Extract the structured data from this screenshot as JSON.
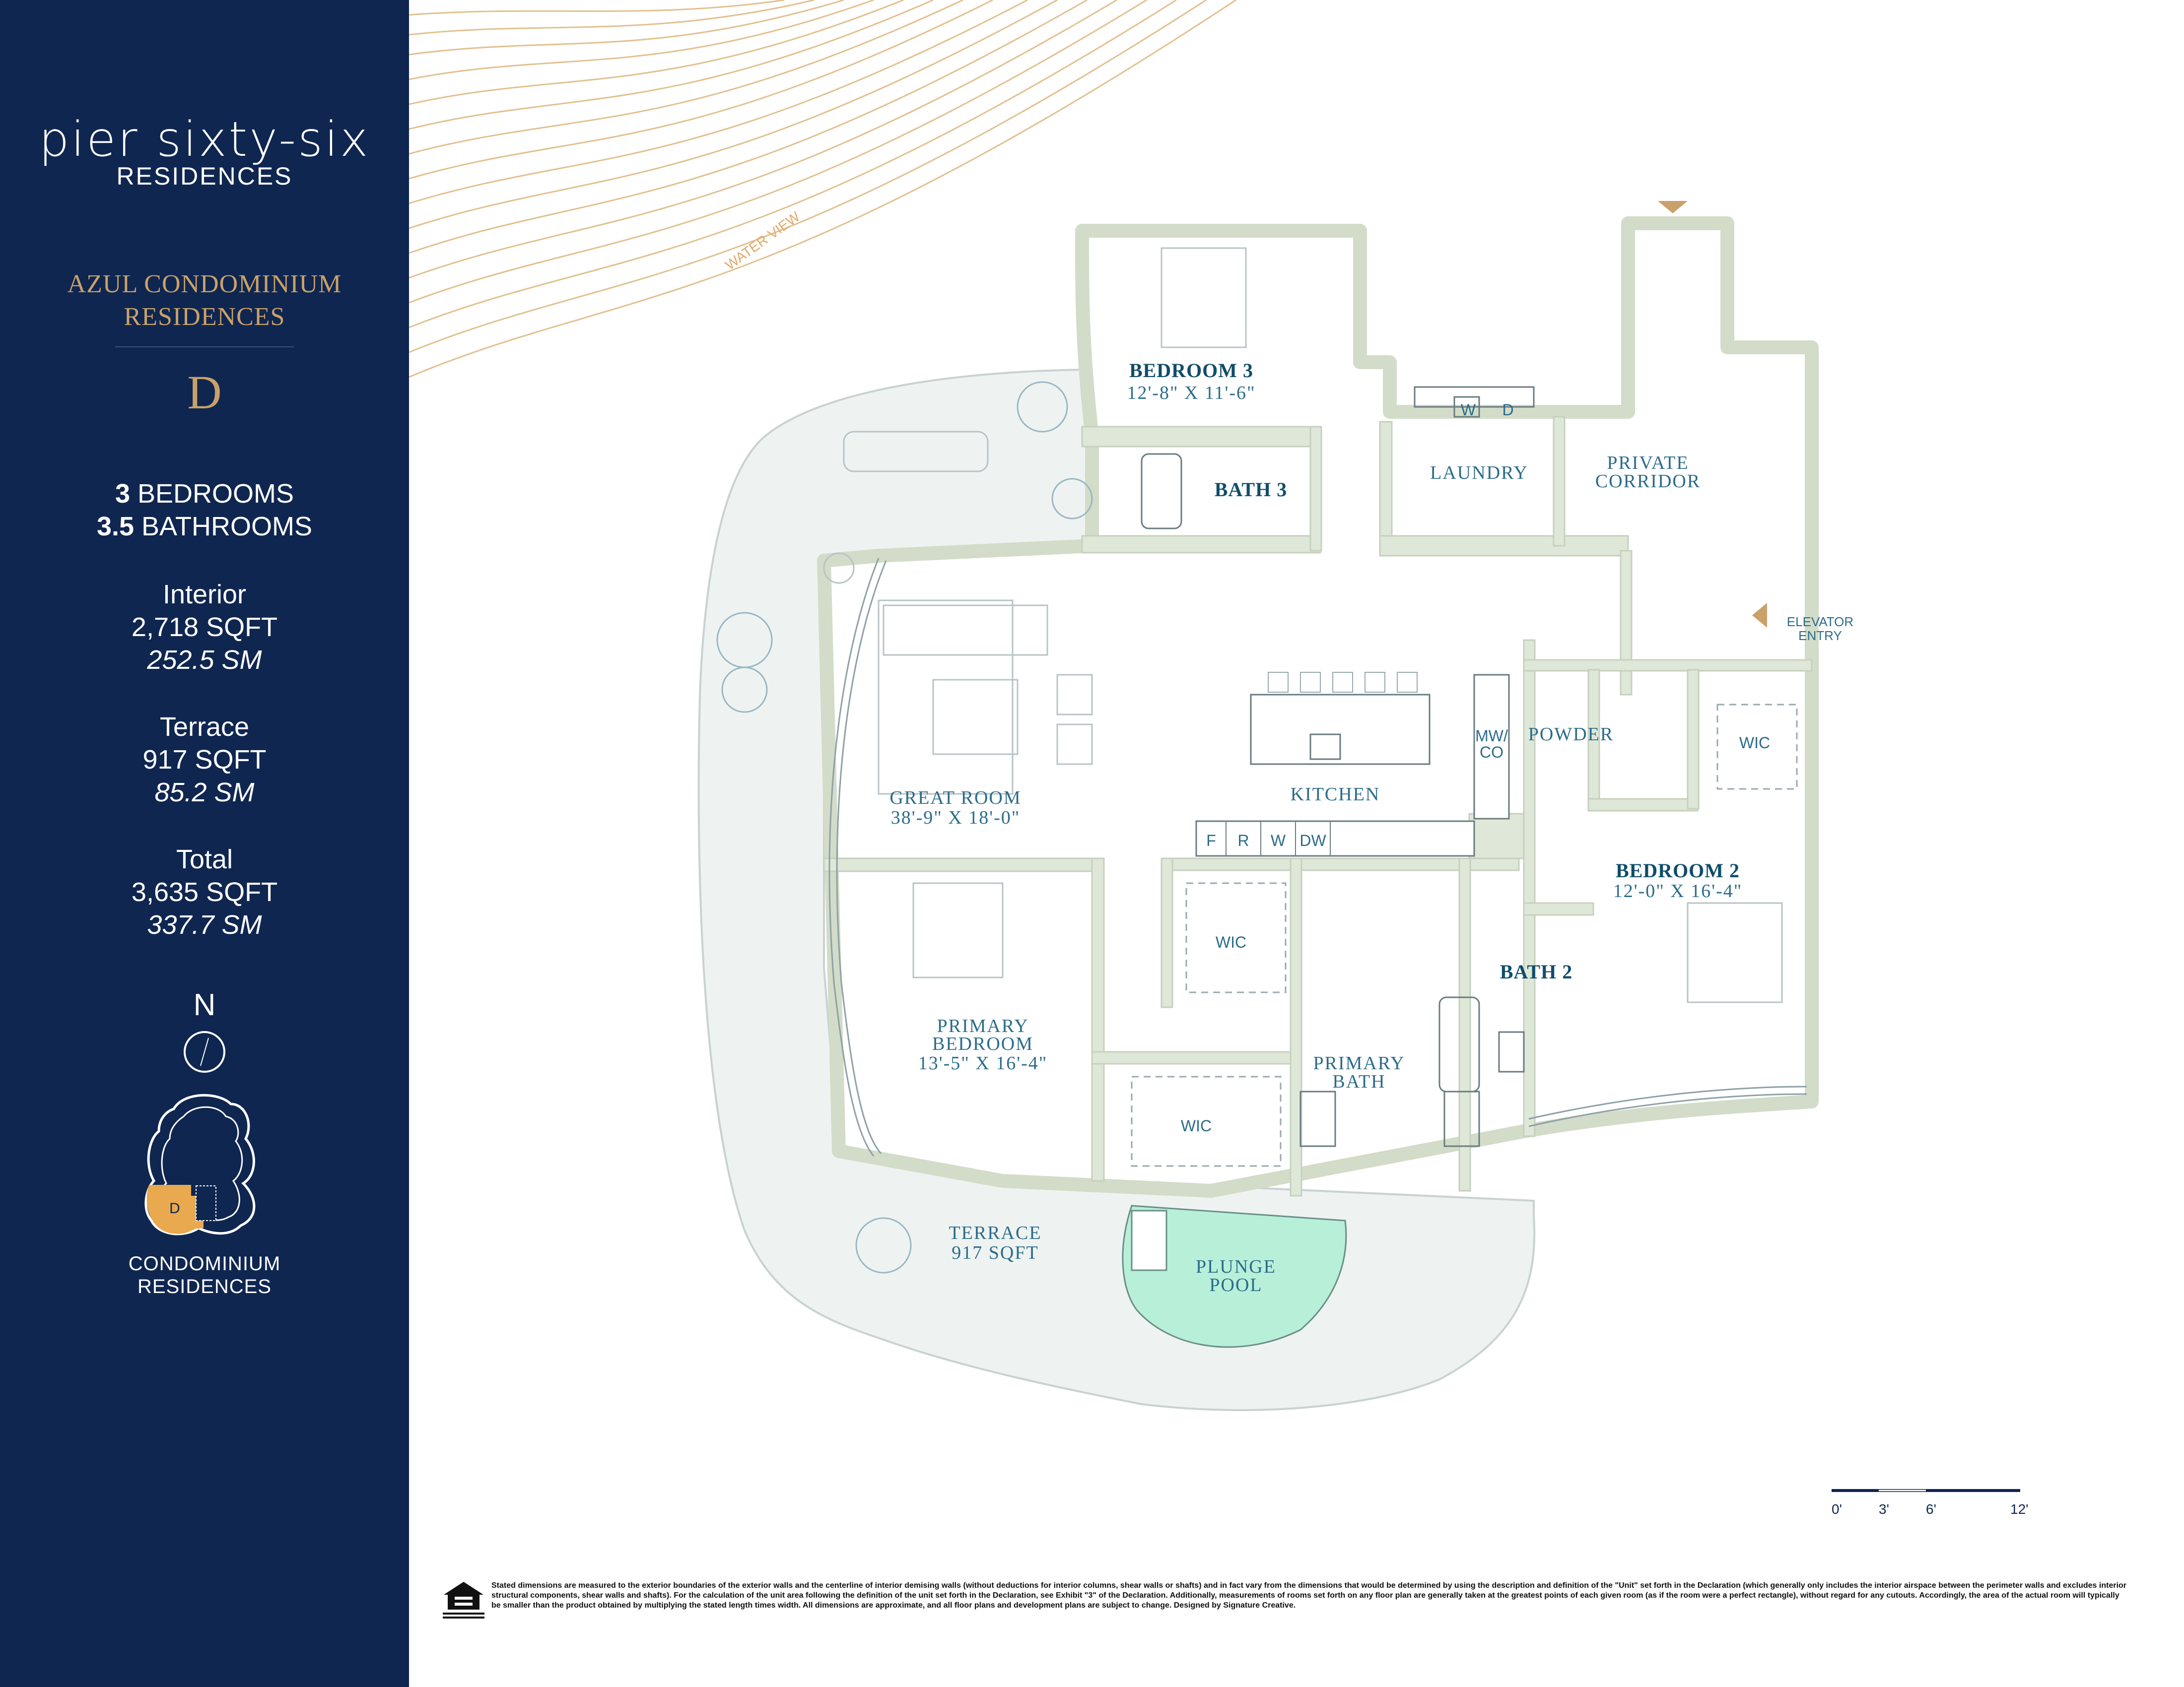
{
  "brand": {
    "logo": "pier sixty-six",
    "subtitle": "RESIDENCES"
  },
  "collection": {
    "name_line1": "AZUL CONDOMINIUM",
    "name_line2": "RESIDENCES"
  },
  "unit": "D",
  "specs": {
    "bedrooms_count": "3",
    "bedrooms_label": "BEDROOMS",
    "bathrooms_count": "3.5",
    "bathrooms_label": "BATHROOMS",
    "interior_label": "Interior",
    "interior_sqft": "2,718 SQFT",
    "interior_sm": "252.5 SM",
    "terrace_label": "Terrace",
    "terrace_sqft": "917 SQFT",
    "terrace_sm": "85.2 SM",
    "total_label": "Total",
    "total_sqft": "3,635 SQFT",
    "total_sm": "337.7 SM"
  },
  "compass": {
    "north": "N"
  },
  "keyplan": {
    "unit": "D",
    "label_line1": "CONDOMINIUM",
    "label_line2": "RESIDENCES"
  },
  "rooms": {
    "bedroom3": {
      "name": "BEDROOM 3",
      "dims": "12'-8\" X 11'-6\""
    },
    "bath3": "BATH 3",
    "laundry": "LAUNDRY",
    "w": "W",
    "d": "D",
    "private_corridor_1": "PRIVATE",
    "private_corridor_2": "CORRIDOR",
    "elevator_1": "ELEVATOR",
    "elevator_2": "ENTRY",
    "great_room": {
      "name": "GREAT ROOM",
      "dims": "38'-9\" X 18'-0\""
    },
    "kitchen": "KITCHEN",
    "mwco_1": "MW/",
    "mwco_2": "CO",
    "powder": "POWDER",
    "wic": "WIC",
    "appliances": [
      "F",
      "R",
      "W",
      "DW"
    ],
    "bedroom2": {
      "name": "BEDROOM 2",
      "dims": "12'-0\" X 16'-4\""
    },
    "bath2": "BATH 2",
    "primary_bedroom": {
      "line1": "PRIMARY",
      "line2": "BEDROOM",
      "dims": "13'-5\" X 16'-4\""
    },
    "primary_bath_1": "PRIMARY",
    "primary_bath_2": "BATH",
    "terrace": {
      "name": "TERRACE",
      "area": "917 SQFT"
    },
    "plunge_pool_1": "PLUNGE",
    "plunge_pool_2": "POOL",
    "water_view": "WATER VIEW"
  },
  "scale": {
    "labels": [
      "0'",
      "3'",
      "6'",
      "12'"
    ]
  },
  "disclaimer": "Stated dimensions are measured to the exterior boundaries of the exterior walls and the centerline of interior demising walls (without deductions for interior columns, shear walls or shafts) and in fact vary from the dimensions that would be determined by using the description and definition of the \"Unit\" set forth in the Declaration (which generally only includes the interior airspace between the perimeter walls and excludes interior structural components, shear walls and shafts). For the calculation of the unit area following the definition of the unit set forth in the Declaration, see Exhibit \"3\" of the Declaration. Additionally, measurements of rooms set forth on any floor plan are generally taken at the greatest points of each given room (as if the room were a perfect rectangle), without regard for any cutouts. Accordingly, the area of the actual room will typically be smaller than the product obtained by multiplying the stated length times width. All dimensions are approximate, and all floor plans and development plans are subject to change. Designed by Signature Creative.",
  "colors": {
    "navy": "#0f2650",
    "gold": "#c9a169",
    "teal": "#2b6c8a",
    "wall": "#dfe8d8",
    "terrace": "#eef3f2",
    "pool": "#b8efd9"
  }
}
